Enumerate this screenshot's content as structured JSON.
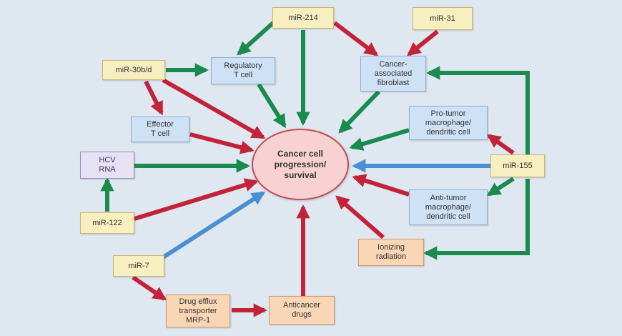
{
  "colors": {
    "background": "#dfe8f1",
    "activates": "#1a8a4e",
    "inhibits": "#c2233a",
    "neutral": "#4a8fd0"
  },
  "nodes": {
    "center": "Cancer cell\nprogression/\nsurvival",
    "mir_214": "miR-214",
    "mir_31": "miR-31",
    "mir_30bd": "miR-30b/d",
    "mir_155": "miR-155",
    "mir_122": "miR-122",
    "mir_7": "miR-7",
    "regulatory_t": "Regulatory\nT cell",
    "caf": "Cancer-\nassociated\nfibroblast",
    "effector_t": "Effector\nT cell",
    "pro_tumor": "Pro-tumor\nmacrophage/\ndendritic cell",
    "anti_tumor": "Anti-tumor\nmacrophage/\ndendritic cell",
    "hcv": "HCV\nRNA",
    "ionizing": "Ionizing\nradiation",
    "drug_efflux": "Drug efflux\ntransporter\nMRP-1",
    "anticancer": "Anticancer\ndrugs"
  }
}
